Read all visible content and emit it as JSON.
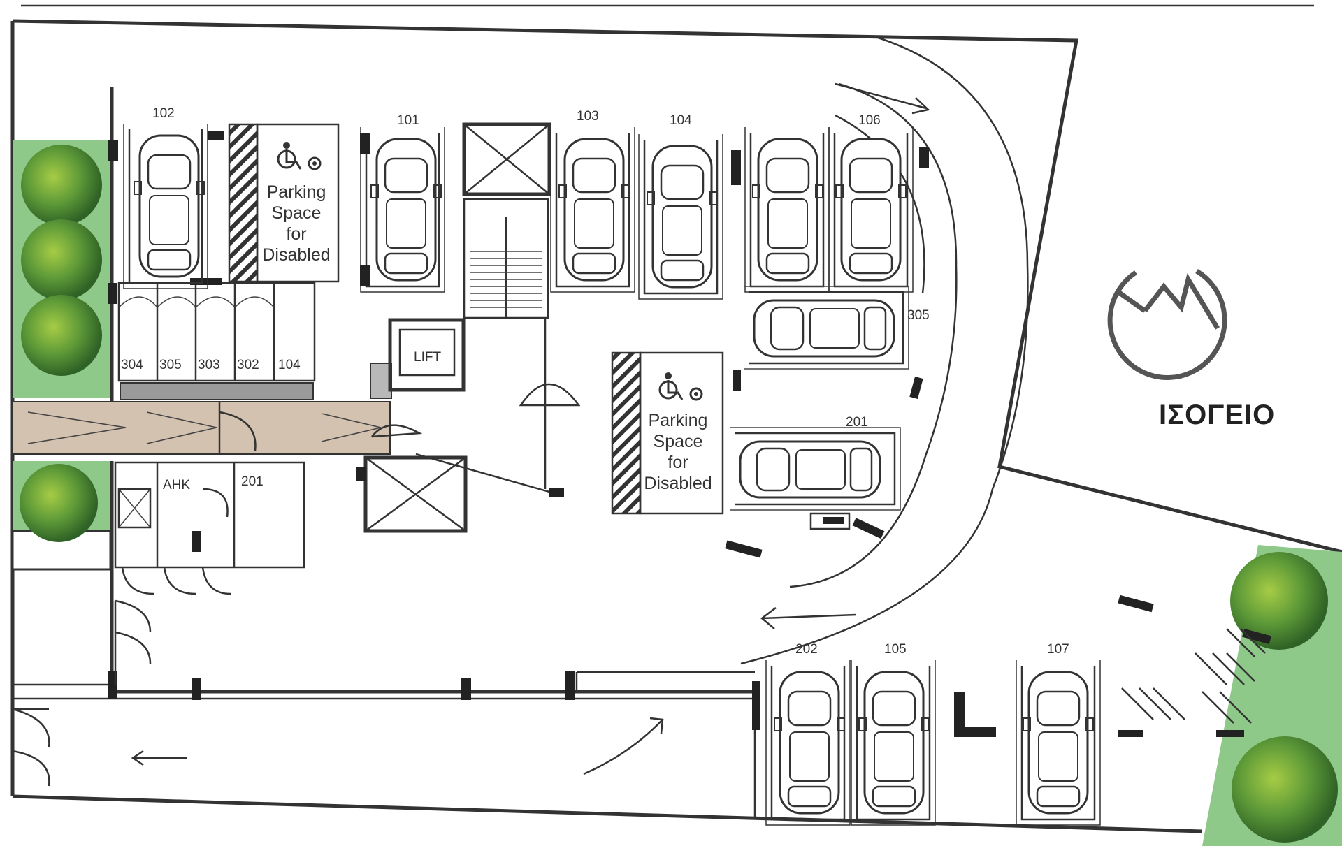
{
  "plan": {
    "title": "ΙΣΟΓΕΙΟ",
    "disabled_label_lines": [
      "Parking",
      "Space",
      "for",
      "Disabled"
    ],
    "lift_label": "LIFT",
    "parking_top": [
      "102",
      "101",
      "103",
      "104",
      "106"
    ],
    "parking_side": [
      "305",
      "201"
    ],
    "parking_bottom": [
      "202",
      "105",
      "107"
    ],
    "storage_top": [
      "304",
      "305",
      "303",
      "302",
      "104"
    ],
    "storage_bottom": [
      "ΑΗΚ",
      "201"
    ],
    "colors": {
      "green": "#8fc98a",
      "corridor": "#d4c2b0",
      "line": "#333333",
      "tree_dark": "#3f7a31",
      "tree_light": "#8cbc3c"
    }
  }
}
